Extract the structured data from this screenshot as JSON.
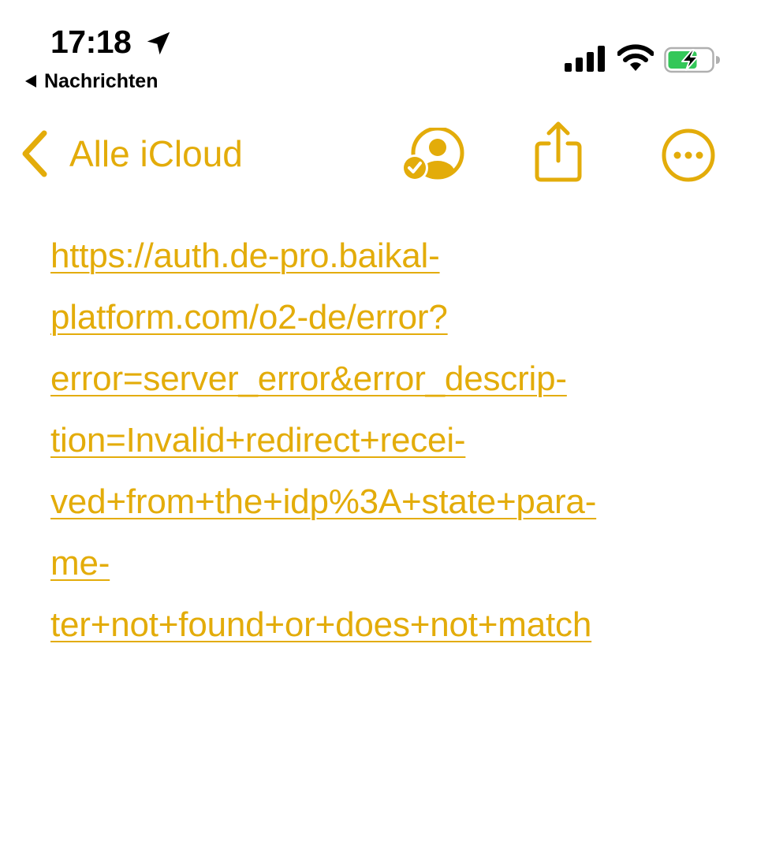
{
  "status_bar": {
    "time": "17:18",
    "back_app_label": "Nachrichten",
    "icons": [
      "location-arrow-icon",
      "cellular-signal-icon",
      "wifi-icon",
      "battery-charging-icon"
    ],
    "battery_color": "#34c759"
  },
  "nav": {
    "back_label": "Alle iCloud",
    "icons": [
      "chevron-left-icon",
      "collaborate-icon",
      "share-icon",
      "more-icon"
    ]
  },
  "note": {
    "link_lines": [
      "https://auth.de-pro.baikal-",
      "platform.com/o2-de/error?",
      "error=server_error&error_descrip-",
      "tion=Invalid+redirect+recei-",
      "ved+from+the+idp%3A+state+para-",
      "me-",
      "ter+not+found+or+does+not+match"
    ]
  },
  "colors": {
    "accent": "#e3ac0a",
    "text": "#000000",
    "background": "#ffffff"
  }
}
